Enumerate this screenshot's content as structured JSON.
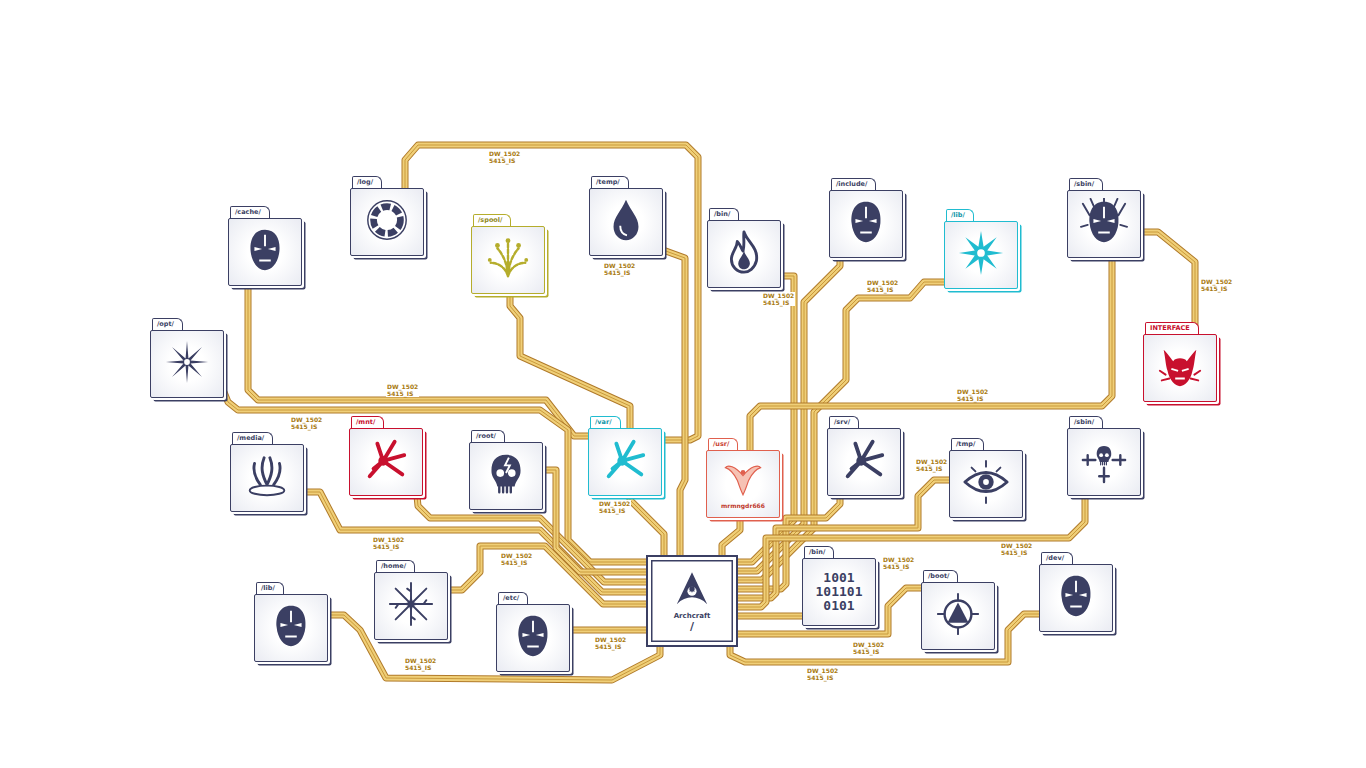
{
  "diagram": {
    "nodes": [
      {
        "text": [
          "/cache/"
        ]
      },
      {
        "text": [
          "/log/"
        ]
      },
      {
        "text": [
          "/spool/"
        ]
      },
      {
        "text": [
          "/temp/"
        ]
      },
      {
        "text": [
          "/bin/"
        ]
      },
      {
        "text": [
          "/include/"
        ]
      },
      {
        "text": [
          "/lib/"
        ]
      },
      {
        "text": [
          "/sbin/"
        ]
      },
      {
        "text": [
          "/opt/"
        ]
      },
      {
        "text": [
          "INTERFACE"
        ]
      },
      {
        "text": [
          "/media/"
        ]
      },
      {
        "text": [
          "/mnt/"
        ]
      },
      {
        "text": [
          "/root/"
        ]
      },
      {
        "text": [
          "/var/"
        ]
      },
      {
        "text": [
          "/usr/",
          "mrmngdr666"
        ]
      },
      {
        "text": [
          "/srv/"
        ]
      },
      {
        "text": [
          "/tmp/"
        ]
      },
      {
        "text": [
          "/sbin/"
        ]
      },
      {
        "text": [
          "/lib/"
        ]
      },
      {
        "text": [
          "/home/"
        ]
      },
      {
        "text": [
          "/etc/"
        ]
      },
      {
        "text": [
          "Archcraft",
          "/"
        ]
      },
      {
        "text": [
          "/bin/",
          "1001 101101 0101"
        ]
      },
      {
        "text": [
          "/boot/"
        ]
      },
      {
        "text": [
          "/dev/"
        ]
      }
    ],
    "edges": [
      {
        "from": 1,
        "to": 13,
        "arrow": "none"
      },
      {
        "from": 3,
        "to": 21,
        "arrow": "none"
      },
      {
        "from": 0,
        "to": 13,
        "arrow": "none"
      },
      {
        "from": 2,
        "to": 13,
        "arrow": "none"
      },
      {
        "from": 8,
        "to": 21,
        "arrow": "none"
      },
      {
        "from": 13,
        "to": 21,
        "arrow": "none"
      },
      {
        "from": 4,
        "to": 21,
        "arrow": "none"
      },
      {
        "from": 5,
        "to": 21,
        "arrow": "none"
      },
      {
        "from": 6,
        "to": 21,
        "arrow": "none"
      },
      {
        "from": 7,
        "to": 14,
        "arrow": "none"
      },
      {
        "from": 7,
        "to": 9,
        "arrow": "none"
      },
      {
        "from": 14,
        "to": 21,
        "arrow": "none"
      },
      {
        "from": 10,
        "to": 21,
        "arrow": "none"
      },
      {
        "from": 11,
        "to": 21,
        "arrow": "none"
      },
      {
        "from": 12,
        "to": 21,
        "arrow": "none"
      },
      {
        "from": 15,
        "to": 21,
        "arrow": "none"
      },
      {
        "from": 16,
        "to": 21,
        "arrow": "none"
      },
      {
        "from": 17,
        "to": 21,
        "arrow": "none"
      },
      {
        "from": 18,
        "to": 21,
        "arrow": "none"
      },
      {
        "from": 19,
        "to": 21,
        "arrow": "none"
      },
      {
        "from": 20,
        "to": 21,
        "arrow": "none"
      },
      {
        "from": 22,
        "to": 21,
        "arrow": "none"
      },
      {
        "from": 23,
        "to": 21,
        "arrow": "none"
      },
      {
        "from": 24,
        "to": 21,
        "arrow": "none"
      }
    ],
    "labels": [
      "DW_1502 5415_IS",
      "DW_1502 5415_IS",
      "DW_1502 5415_IS",
      "DW_1502 5415_IS",
      "DW_1502 5415_IS",
      "DW_1502 5415_IS",
      "DW_1502 5415_IS",
      "DW_1502 5415_IS",
      "DW_1502 5415_IS",
      "DW_1502 5415_IS",
      "DW_1502 5415_IS",
      "DW_1502 5415_IS",
      "DW_1502 5415_IS",
      "DW_1502 5415_IS",
      "DW_1502 5415_IS",
      "DW_1502 5415_IS",
      "DW_1502 5415_IS",
      "DW_1502 5415_IS"
    ]
  }
}
